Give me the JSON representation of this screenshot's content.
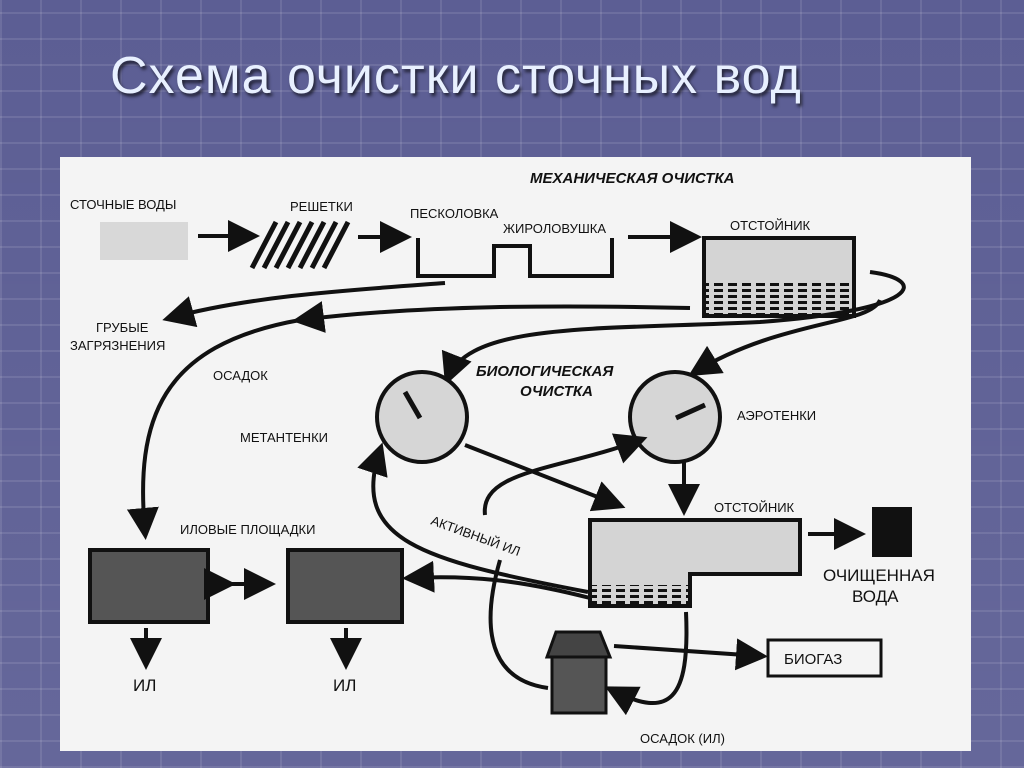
{
  "slide": {
    "title": "Схема очистки сточных вод"
  },
  "diagram": {
    "section_mech": "МЕХАНИЧЕСКАЯ ОЧИСТКА",
    "section_bio_1": "БИОЛОГИЧЕСКАЯ",
    "section_bio_2": "ОЧИСТКА",
    "wastewater": "СТОЧНЫЕ ВОДЫ",
    "grates": "РЕШЕТКИ",
    "sand_trap": "ПЕСКОЛОВКА",
    "grease_trap": "ЖИРОЛОВУШКА",
    "settler_1": "ОТСТОЙНИК",
    "coarse_1": "ГРУБЫЕ",
    "coarse_2": "ЗАГРЯЗНЕНИЯ",
    "sediment": "ОСАДОК",
    "digesters": "МЕТАНТЕНКИ",
    "aerotanks": "АЭРОТЕНКИ",
    "settler_2": "ОТСТОЙНИК",
    "sludge_beds": "ИЛОВЫЕ ПЛОЩАДКИ",
    "active_sludge": "АКТИВНЫЙ ИЛ",
    "clean_1": "ОЧИЩЕННАЯ",
    "clean_2": "ВОДА",
    "sludge_left": "ИЛ",
    "sludge_right": "ИЛ",
    "biogas": "БИОГАЗ",
    "sediment_sludge": "ОСАДОК (ИЛ)"
  },
  "colors": {
    "background": "#5c5e94",
    "panel": "#f4f4f4",
    "ink": "#111111",
    "fill_gray": "#555555",
    "fill_light": "#cfcfcf"
  }
}
